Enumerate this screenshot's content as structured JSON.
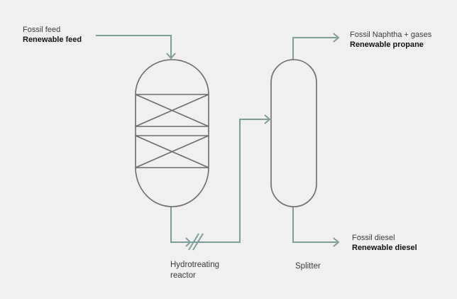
{
  "diagram": {
    "colors": {
      "background": "#f0f0f0",
      "flow_line": "#7f9d98",
      "vessel": "#6b6b6b",
      "text": "#3a3a3a",
      "text_bold": "#111111"
    },
    "streams": {
      "feed": {
        "fossil": "Fossil feed",
        "renewable": "Renewable feed"
      },
      "overhead": {
        "fossil": "Fossil Naphtha + gases",
        "renewable": "Renewable propane"
      },
      "bottoms": {
        "fossil": "Fossil diesel",
        "renewable": "Renewable diesel"
      }
    },
    "units": {
      "reactor": {
        "line1": "Hydrotreating",
        "line2": "reactor"
      },
      "splitter": {
        "label": "Splitter"
      }
    }
  }
}
